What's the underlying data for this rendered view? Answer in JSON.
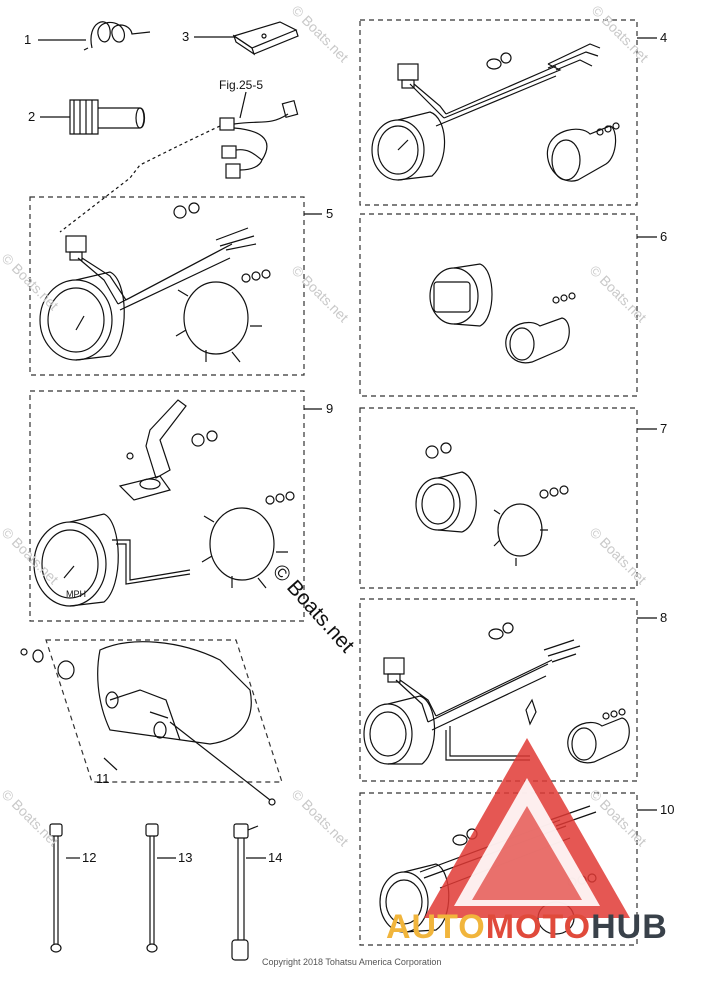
{
  "diagram": {
    "callouts": [
      {
        "id": "c1",
        "label": "1"
      },
      {
        "id": "c2",
        "label": "2"
      },
      {
        "id": "c3",
        "label": "3"
      },
      {
        "id": "c4",
        "label": "4"
      },
      {
        "id": "c5",
        "label": "5"
      },
      {
        "id": "c6",
        "label": "6"
      },
      {
        "id": "c7",
        "label": "7"
      },
      {
        "id": "c8",
        "label": "8"
      },
      {
        "id": "c9",
        "label": "9"
      },
      {
        "id": "c10",
        "label": "10"
      },
      {
        "id": "c11",
        "label": "11"
      },
      {
        "id": "c12",
        "label": "12"
      },
      {
        "id": "c13",
        "label": "13"
      },
      {
        "id": "c14",
        "label": "14"
      }
    ],
    "figure_reference": "Fig.25-5",
    "watermark_center": "© Boats.net",
    "watermark_repeat": "© Boats.net",
    "gauge_face_text": "MPH",
    "footer": "Copyright 2018 Tohatsu America Corporation"
  },
  "brand_logo": {
    "text_part1": "AUTO",
    "text_part2": "MOTO",
    "text_part3": "HUB",
    "colors": {
      "part1": "#f1b53c",
      "part2": "#e04a3b",
      "part3": "#39414a",
      "triangle": "#e03a35"
    }
  }
}
